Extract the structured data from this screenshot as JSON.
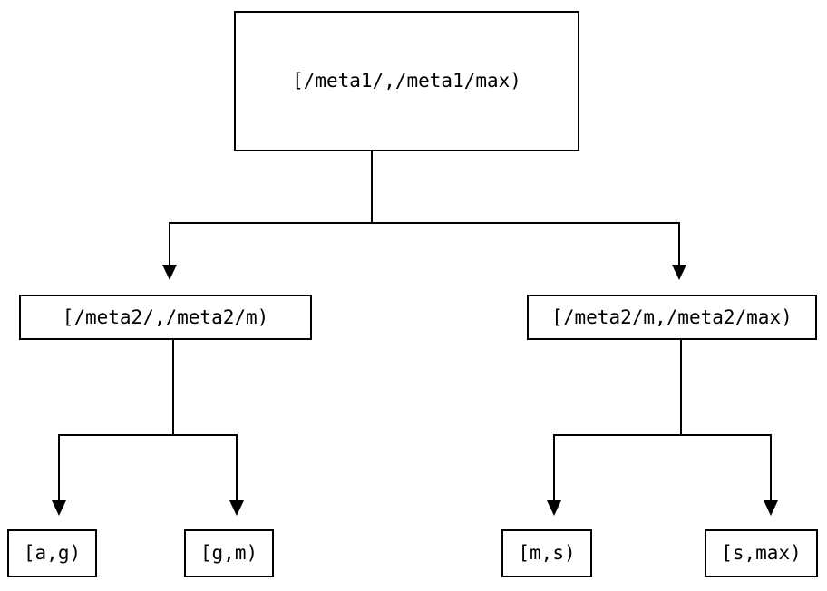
{
  "diagram": {
    "type": "tree",
    "title": "",
    "background_color": "#ffffff",
    "line_color": "#000000",
    "text_color": "#000000",
    "nodes": {
      "root": {
        "label": "[/meta1/,/meta1/max)"
      },
      "mid_left": {
        "label": "[/meta2/,/meta2/m)"
      },
      "mid_right": {
        "label": "[/meta2/m,/meta2/max)"
      },
      "leaf_1": {
        "label": "[a,g)"
      },
      "leaf_2": {
        "label": "[g,m)"
      },
      "leaf_3": {
        "label": "[m,s)"
      },
      "leaf_4": {
        "label": "[s,max)"
      }
    }
  }
}
